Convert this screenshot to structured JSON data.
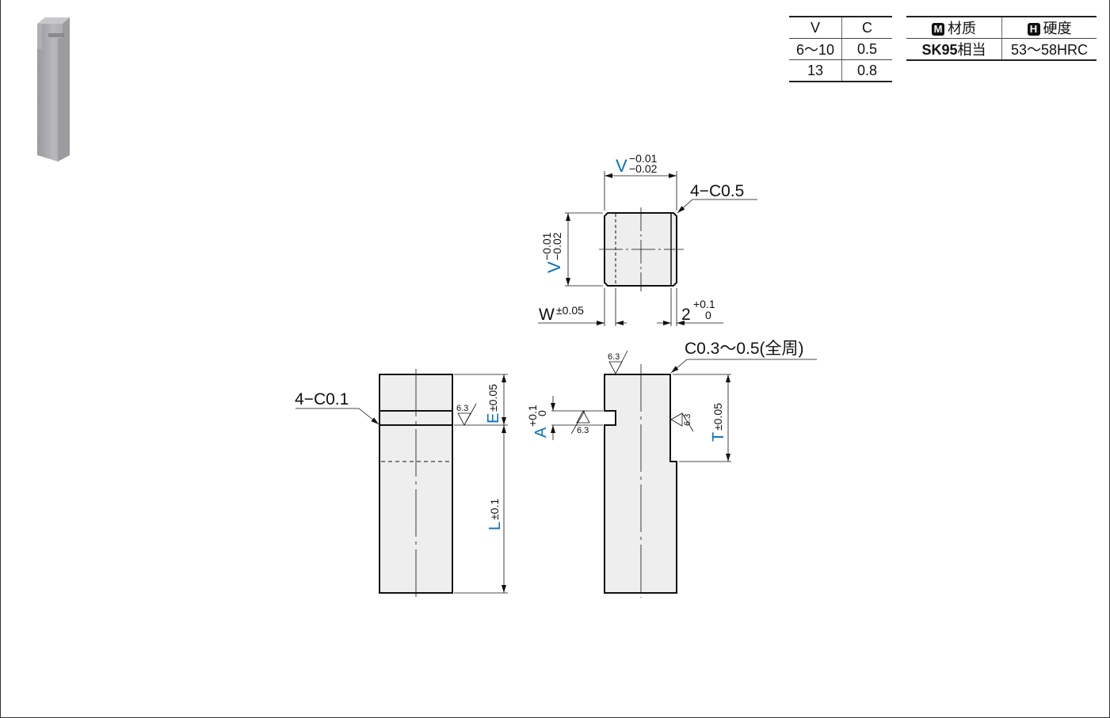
{
  "dimension_table": {
    "headers": [
      "V",
      "C"
    ],
    "rows": [
      [
        "6～10",
        "0.5"
      ],
      [
        "13",
        "0.8"
      ]
    ]
  },
  "spec_table": {
    "material_icon": "M",
    "material_header": "材质",
    "hardness_icon": "H",
    "hardness_header": "硬度",
    "material_bold": "SK95",
    "material_suffix": "相当",
    "hardness_value": "53～58HRC"
  },
  "drawing": {
    "top_v_label": "V",
    "top_v_upper": "−0.01",
    "top_v_lower": "−0.02",
    "side_v_label": "V",
    "side_v_upper": "−0.01",
    "side_v_lower": "−0.02",
    "chamfer_top": "4−C0.5",
    "w_label": "W",
    "w_tol": "±0.05",
    "two_label": "2",
    "two_upper": "+0.1",
    "two_lower": "0",
    "chamfer_front": "4−C0.1",
    "chamfer_all": "C0.3～0.5(全周)",
    "e_label": "E",
    "e_tol": "±0.05",
    "l_label": "L",
    "l_tol": "±0.1",
    "a_label": "A",
    "a_upper": "+0.1",
    "a_lower": "0",
    "t_label": "T",
    "t_tol": "±0.05",
    "roughness": "6.3"
  },
  "colors": {
    "accent": "#0a6fc2",
    "part_fill": "#eeeeee"
  }
}
